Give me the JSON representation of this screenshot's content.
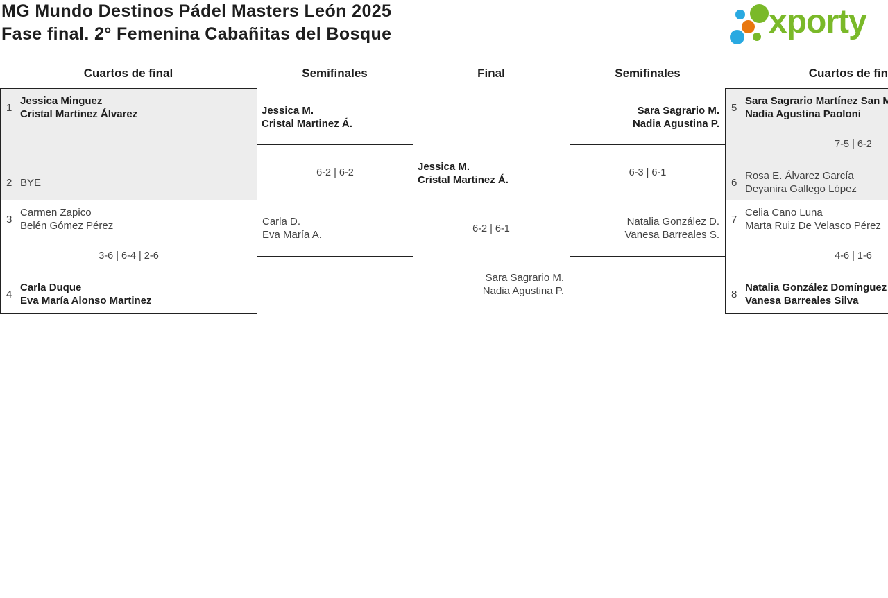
{
  "header": {
    "title_line1": "MG Mundo Destinos Pádel Masters León 2025",
    "title_line2": "Fase final. 2° Femenina Cabañitas del Bosque"
  },
  "logo": {
    "wordmark": "xporty"
  },
  "round_headers": {
    "col1": "Cuartos de final",
    "col2": "Semifinales",
    "col3": "Final",
    "col4": "Semifinales",
    "col5": "Cuartos de final"
  },
  "bracket": {
    "qf_left_top": {
      "seed_a": "1",
      "team_a_line1": "Jessica Minguez",
      "team_a_line2": "Cristal Martinez Álvarez",
      "score": "",
      "seed_b": "2",
      "team_b_line1": "BYE",
      "team_b_line2": ""
    },
    "qf_left_bottom": {
      "seed_a": "3",
      "team_a_line1": "Carmen Zapico",
      "team_a_line2": "Belén Gómez Pérez",
      "score": "3-6 | 6-4 | 2-6",
      "seed_b": "4",
      "team_b_line1": "Carla Duque",
      "team_b_line2": "Eva María Alonso Martinez"
    },
    "sf_left": {
      "winner_line1": "Jessica M.",
      "winner_line2": "Cristal Martinez Á.",
      "score": "6-2 | 6-2",
      "loser_line1": "Carla D.",
      "loser_line2": "Eva María A."
    },
    "final": {
      "winner_line1": "Jessica M.",
      "winner_line2": "Cristal Martinez Á.",
      "score": "6-2 | 6-1",
      "runner_up_line1": "Sara Sagrario M.",
      "runner_up_line2": "Nadia Agustina P."
    },
    "sf_right": {
      "winner_line1": "Sara Sagrario M.",
      "winner_line2": "Nadia Agustina P.",
      "score": "6-3 | 6-1",
      "loser_line1": "Natalia González D.",
      "loser_line2": "Vanesa Barreales S."
    },
    "qf_right_top": {
      "seed_a": "5",
      "team_a_line1": "Sara Sagrario Martínez San M",
      "team_a_line2": "Nadia Agustina Paoloni",
      "score": "7-5 | 6-2",
      "seed_b": "6",
      "team_b_line1": "Rosa E. Álvarez García",
      "team_b_line2": "Deyanira Gallego López"
    },
    "qf_right_bottom": {
      "seed_a": "7",
      "team_a_line1": "Celia Cano Luna",
      "team_a_line2": "Marta Ruiz De Velasco Pérez",
      "score": "4-6 | 1-6",
      "seed_b": "8",
      "team_b_line1": "Natalia González Domínguez",
      "team_b_line2": "Vanesa Barreales Silva"
    }
  },
  "colors": {
    "logo_green": "#7AB929",
    "logo_blue": "#29A9E1",
    "logo_orange": "#E8770E",
    "shaded_box_bg": "#EDEDED",
    "box_border": "#222222",
    "winner_text": "#1E1E1E",
    "regular_text": "#424242"
  }
}
